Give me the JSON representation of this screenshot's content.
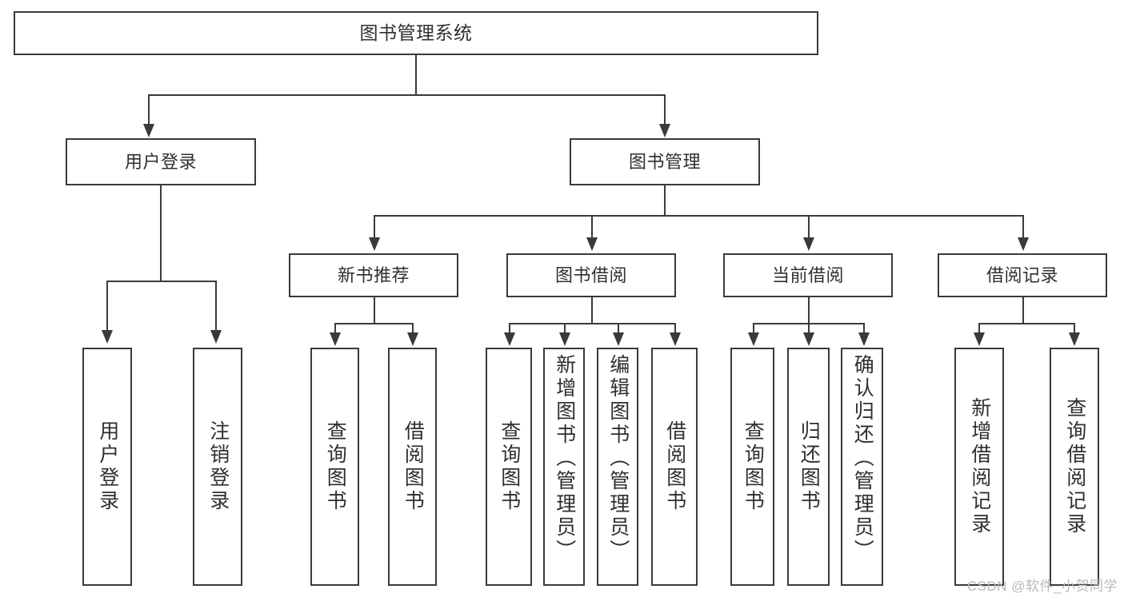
{
  "diagram": {
    "title": "图书管理系统",
    "type": "hierarchy-tree",
    "root": {
      "id": "root",
      "label": "图书管理系统"
    },
    "level1": [
      {
        "id": "user-login",
        "label": "用户登录"
      },
      {
        "id": "book-management",
        "label": "图书管理"
      }
    ],
    "level2": [
      {
        "id": "new-book-recommend",
        "label": "新书推荐",
        "parent": "book-management"
      },
      {
        "id": "book-borrow",
        "label": "图书借阅",
        "parent": "book-management"
      },
      {
        "id": "current-borrow",
        "label": "当前借阅",
        "parent": "book-management"
      },
      {
        "id": "borrow-record",
        "label": "借阅记录",
        "parent": "book-management"
      }
    ],
    "leaves": {
      "user-login": [
        {
          "id": "leaf-user-login",
          "label": "用户登录"
        },
        {
          "id": "leaf-user-logout",
          "label": "注销登录"
        }
      ],
      "new-book-recommend": [
        {
          "id": "leaf-query-book-1",
          "label": "查询图书"
        },
        {
          "id": "leaf-borrow-book-1",
          "label": "借阅图书"
        }
      ],
      "book-borrow": [
        {
          "id": "leaf-query-book-2",
          "label": "查询图书"
        },
        {
          "id": "leaf-add-book",
          "label": "新增图书（管理员）"
        },
        {
          "id": "leaf-edit-book",
          "label": "编辑图书（管理员）"
        },
        {
          "id": "leaf-borrow-book-2",
          "label": "借阅图书"
        }
      ],
      "current-borrow": [
        {
          "id": "leaf-query-book-3",
          "label": "查询图书"
        },
        {
          "id": "leaf-return-book",
          "label": "归还图书"
        },
        {
          "id": "leaf-confirm-return",
          "label": "确认归还（管理员）"
        }
      ],
      "borrow-record": [
        {
          "id": "leaf-add-record",
          "label": "新增借阅记录"
        },
        {
          "id": "leaf-query-record",
          "label": "查询借阅记录"
        }
      ]
    }
  },
  "watermark": {
    "text": "CSDN @软件_小贺同学"
  },
  "colors": {
    "border": "#3a3a3a",
    "text": "#2f2f2f",
    "background": "#ffffff",
    "watermark": "#b9b9b9"
  }
}
